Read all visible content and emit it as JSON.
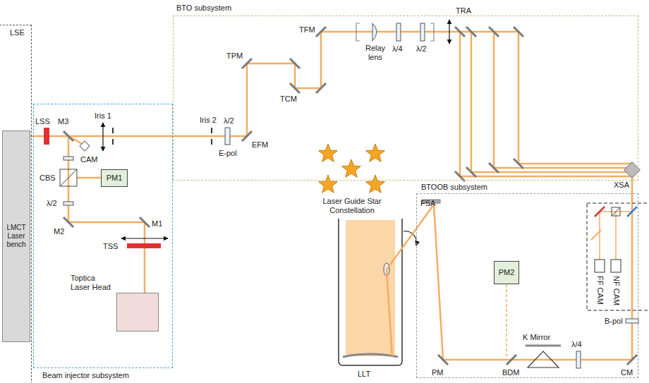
{
  "diagram": {
    "nodes": [
      {
        "text": [
          "LSE"
        ]
      },
      {
        "text": [
          "LMCT Laser bench"
        ],
        "in": 0
      },
      {
        "text": [
          "Beam injector subsystem"
        ]
      },
      {
        "text": [
          "PM1"
        ],
        "in": 2
      },
      {
        "text": [
          "Toptica Laser Head"
        ],
        "in": 2
      },
      {
        "text": [
          "BTO subsystem"
        ]
      },
      {
        "text": [
          "BTOOB subsystem"
        ]
      },
      {
        "text": [
          "PM2"
        ],
        "in": 6
      }
    ],
    "labels": [
      "LSS",
      "M3",
      "Iris 1",
      "CAM",
      "CBS",
      "λ/2",
      "M2",
      "M1",
      "TSS",
      "Iris 2",
      "λ/2",
      "E-pol",
      "EFM",
      "TPM",
      "TCM",
      "TFM",
      "Relay lens",
      "λ/4",
      "λ/2",
      "TRA",
      "XSA",
      "FSA",
      "K Mirror",
      "λ/4",
      "B-pol",
      "CM",
      "BDM",
      "PM",
      "FF CAM",
      "NF CAM",
      "Laser Guide Star Constellation",
      "LLT"
    ]
  }
}
